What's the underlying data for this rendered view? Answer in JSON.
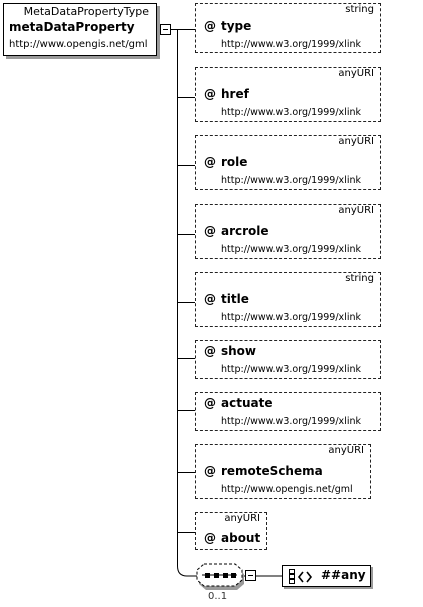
{
  "root": {
    "type_name": "MetaDataPropertyType",
    "element_name": "metaDataProperty",
    "namespace": "http://www.opengis.net/gml"
  },
  "attributes": [
    {
      "name": "type",
      "type": "string",
      "namespace": "http://www.w3.org/1999/xlink"
    },
    {
      "name": "href",
      "type": "anyURI",
      "namespace": "http://www.w3.org/1999/xlink"
    },
    {
      "name": "role",
      "type": "anyURI",
      "namespace": "http://www.w3.org/1999/xlink"
    },
    {
      "name": "arcrole",
      "type": "anyURI",
      "namespace": "http://www.w3.org/1999/xlink"
    },
    {
      "name": "title",
      "type": "string",
      "namespace": "http://www.w3.org/1999/xlink"
    },
    {
      "name": "show",
      "type": "",
      "namespace": "http://www.w3.org/1999/xlink"
    },
    {
      "name": "actuate",
      "type": "",
      "namespace": "http://www.w3.org/1999/xlink"
    },
    {
      "name": "remoteSchema",
      "type": "anyURI",
      "namespace": "http://www.opengis.net/gml"
    },
    {
      "name": "about",
      "type": "anyURI",
      "namespace": ""
    }
  ],
  "attribute_marker": "@",
  "sequence": {
    "occurrence": "0..1"
  },
  "any_element": {
    "label": "##any",
    "icon": "any-element-icon"
  },
  "colors": {
    "shadow": "#9a9a9a",
    "border": "#000000"
  }
}
